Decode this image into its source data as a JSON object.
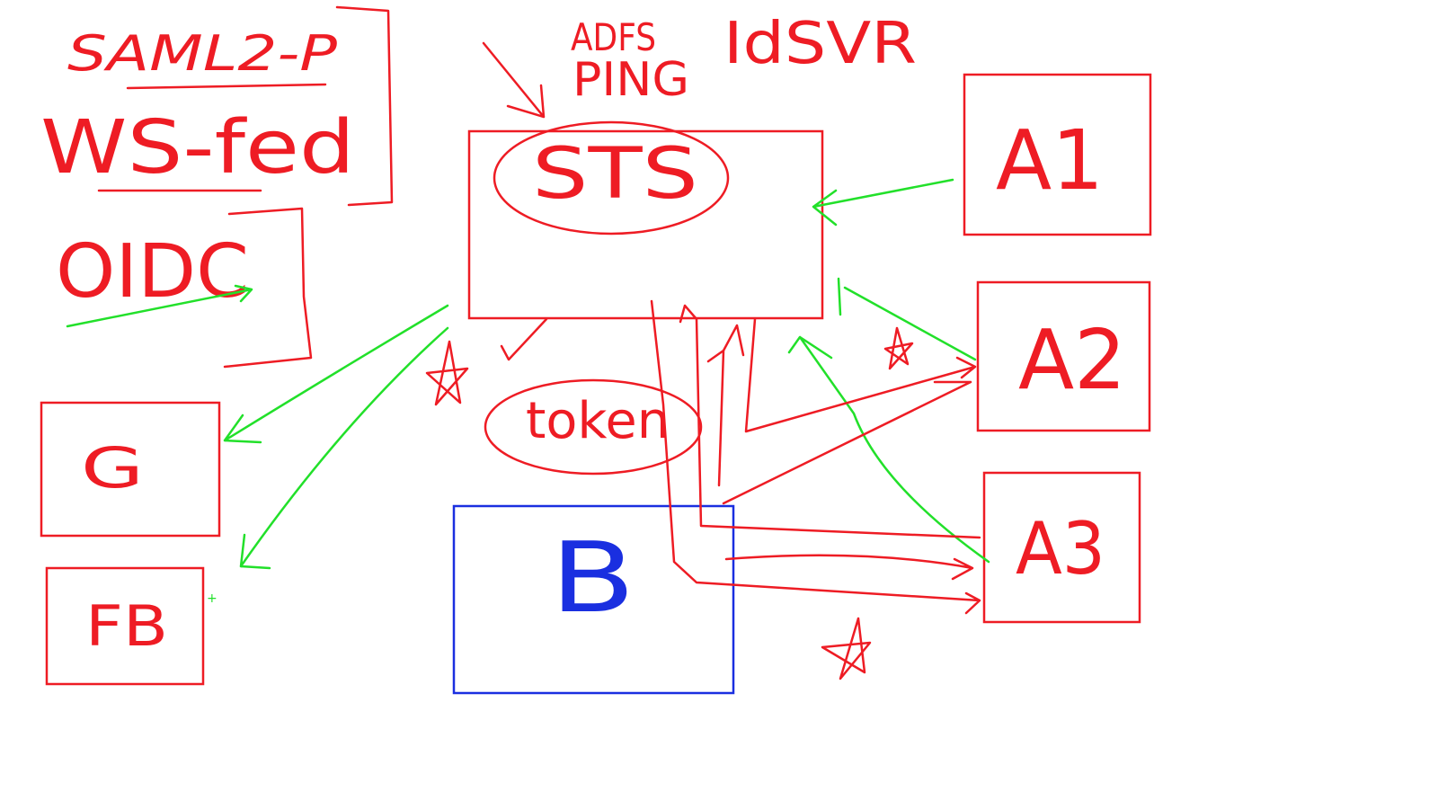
{
  "canvas": {
    "background": "#ffffff"
  },
  "colors": {
    "red": "#ee1c24",
    "green": "#22e02a",
    "blue": "#1a2fe0"
  },
  "labels": {
    "saml2p": "SAML2-P",
    "wsfed": "WS-fed",
    "oidc": "OIDC",
    "adfs": "ADFS",
    "ping": "PING",
    "idsvr": "IdSVR",
    "sts": "STS",
    "token": "token",
    "g": "G",
    "fb": "FB",
    "b": "B",
    "a1": "A1",
    "a2": "A2",
    "a3": "A3"
  }
}
